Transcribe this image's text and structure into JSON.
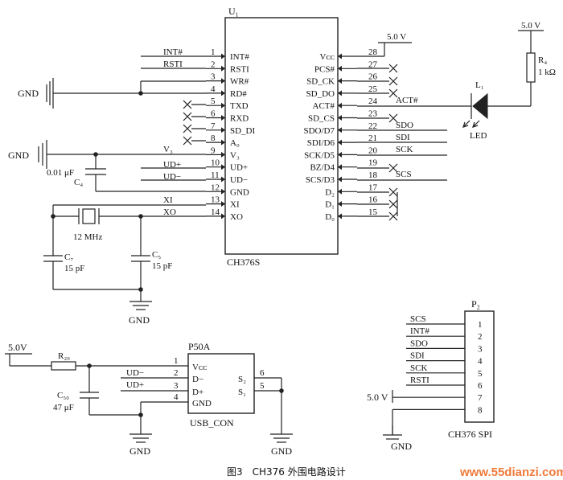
{
  "u1": {
    "designator": "U₁",
    "part": "CH376S",
    "left_pins": [
      {
        "num": "1",
        "name": "INT#"
      },
      {
        "num": "2",
        "name": "RSTI"
      },
      {
        "num": "3",
        "name": "WR#"
      },
      {
        "num": "4",
        "name": "RD#"
      },
      {
        "num": "5",
        "name": "TXD"
      },
      {
        "num": "6",
        "name": "RXD"
      },
      {
        "num": "7",
        "name": "SD_DI"
      },
      {
        "num": "8",
        "name": "A₀"
      },
      {
        "num": "9",
        "name": "V₃"
      },
      {
        "num": "10",
        "name": "UD+"
      },
      {
        "num": "11",
        "name": "UD−"
      },
      {
        "num": "12",
        "name": "GND"
      },
      {
        "num": "13",
        "name": "XI"
      },
      {
        "num": "14",
        "name": "XO"
      }
    ],
    "right_pins": [
      {
        "num": "28",
        "name": "Vᴄᴄ"
      },
      {
        "num": "27",
        "name": "PCS#"
      },
      {
        "num": "26",
        "name": "SD_CK"
      },
      {
        "num": "25",
        "name": "SD_DO"
      },
      {
        "num": "24",
        "name": "ACT#"
      },
      {
        "num": "23",
        "name": "SD_CS"
      },
      {
        "num": "22",
        "name": "SDO/D7"
      },
      {
        "num": "21",
        "name": "SDI/D6"
      },
      {
        "num": "20",
        "name": "SCK/D5"
      },
      {
        "num": "19",
        "name": "BZ/D4"
      },
      {
        "num": "18",
        "name": "SCS/D3"
      },
      {
        "num": "17",
        "name": "D₂"
      },
      {
        "num": "16",
        "name": "D₁"
      },
      {
        "num": "15",
        "name": "D₀"
      }
    ]
  },
  "nets_left": [
    "INT#",
    "RSTI",
    "V₃",
    "UD+",
    "UD−",
    "XI",
    "XO"
  ],
  "nets_right": {
    "v5": "5.0 V",
    "act": "ACT#",
    "sdo": "SDO",
    "sdi": "SDI",
    "sck": "SCK",
    "scs": "SCS"
  },
  "gnd_labels": {
    "g1": "GND",
    "g2": "GND",
    "g3": "GND",
    "g4": "GND",
    "g5": "GND",
    "g6": "GND"
  },
  "components": {
    "c4_value": "0.01 μF",
    "c4_ref": "C₄",
    "crystal": "12 MHz",
    "c7_ref": "C₇",
    "c7_value": "15 pF",
    "c5_ref": "C₅",
    "c5_value": "15 pF",
    "r4_ref": "R₄",
    "r4_value": "1 kΩ",
    "r4_supply": "5.0 V",
    "led_ref": "L₁",
    "led_label": "LED",
    "r20_ref": "R₂₀",
    "usb_supply": "5.0V",
    "c50_ref": "C₅₀",
    "c50_value": "47 μF"
  },
  "p50a": {
    "designator": "P50A",
    "part": "USB_CON",
    "pins": [
      {
        "num": "1",
        "name": "Vᴄᴄ"
      },
      {
        "num": "2",
        "name": "D−"
      },
      {
        "num": "3",
        "name": "D+"
      },
      {
        "num": "4",
        "name": "GND"
      }
    ],
    "right_pins": [
      {
        "num": "6",
        "name": "S₂"
      },
      {
        "num": "5",
        "name": "S₁"
      }
    ],
    "nets": [
      "UD−",
      "UD+"
    ]
  },
  "p2": {
    "designator": "P₂",
    "part": "CH376 SPI",
    "pins": [
      {
        "num": "1",
        "net": "SCS"
      },
      {
        "num": "2",
        "net": "INT#"
      },
      {
        "num": "3",
        "net": "SDO"
      },
      {
        "num": "4",
        "net": "SDI"
      },
      {
        "num": "5",
        "net": "SCK"
      },
      {
        "num": "6",
        "net": "RSTI"
      },
      {
        "num": "7",
        "net": "5.0 V"
      },
      {
        "num": "8",
        "net": "GND"
      }
    ]
  },
  "caption": "图3　CH376 外围电路设计",
  "watermark": "www.55dianzi.com"
}
